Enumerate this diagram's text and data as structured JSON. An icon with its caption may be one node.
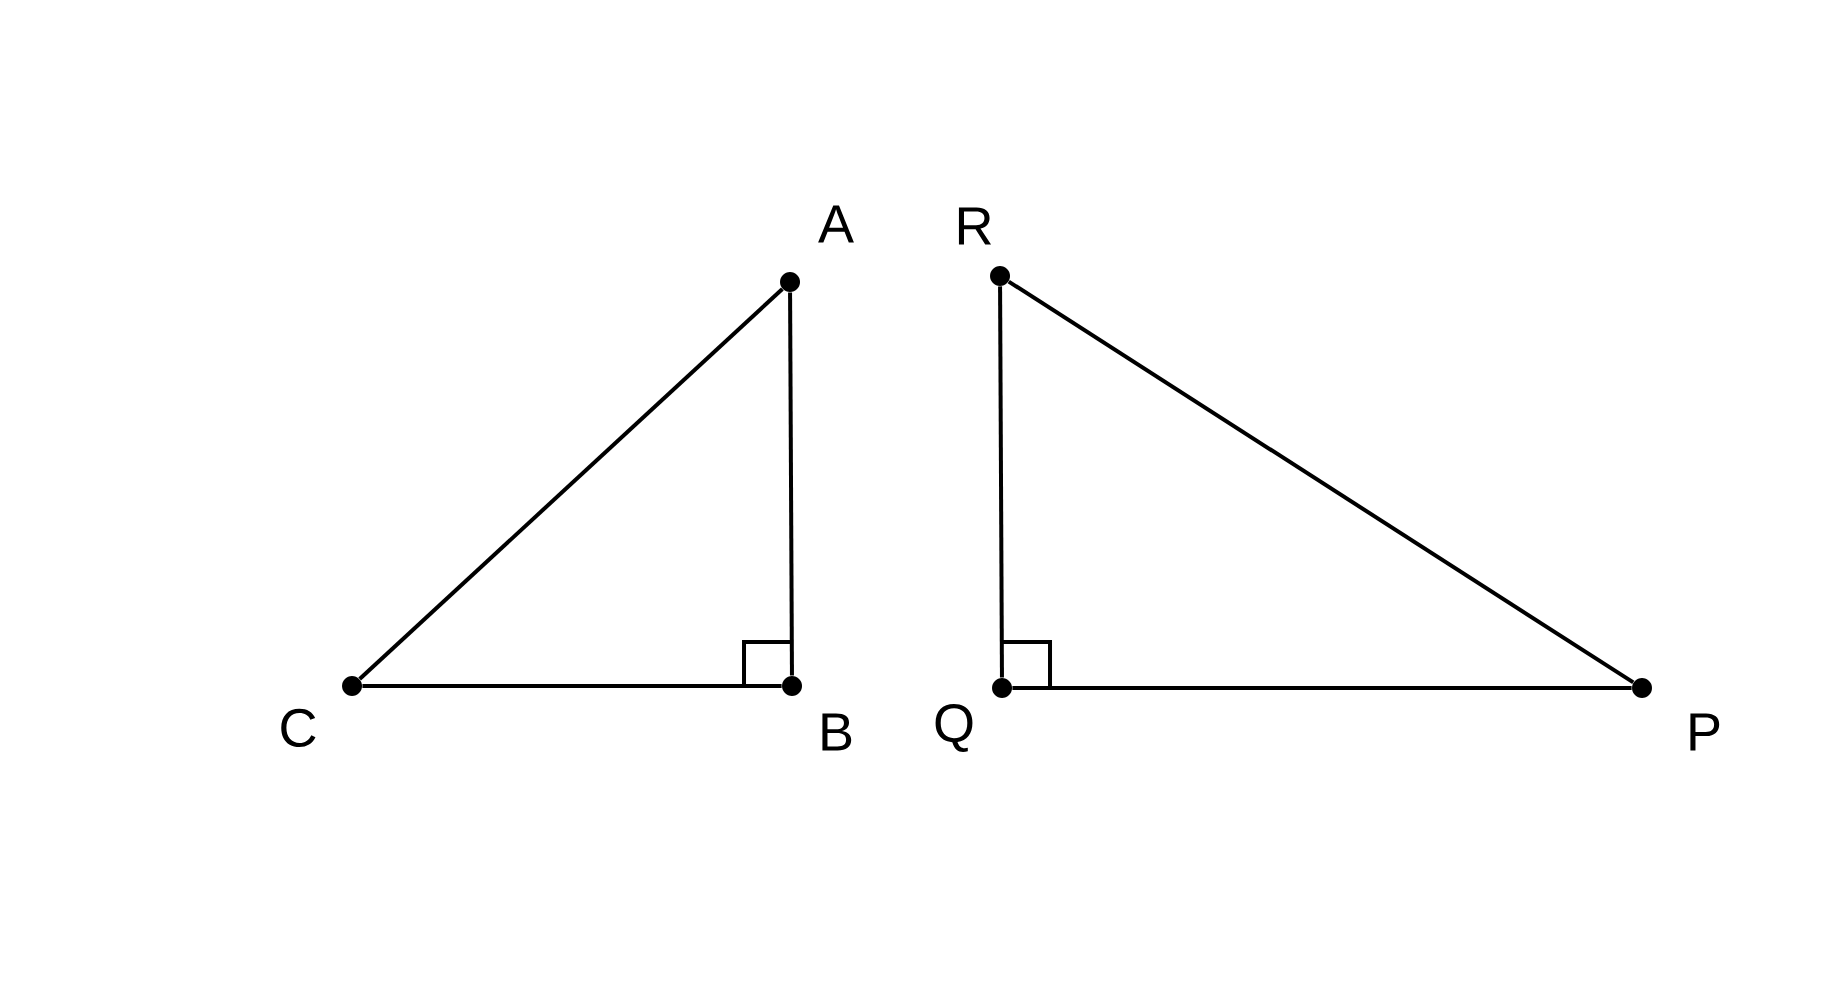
{
  "diagram": {
    "nodes": [
      {
        "text": [],
        "shape": "circle",
        "beside": [
          "A"
        ]
      },
      {
        "text": [],
        "shape": "circle",
        "beside": [
          "B"
        ]
      },
      {
        "text": [],
        "shape": "circle",
        "beside": [
          "C"
        ]
      },
      {
        "text": [],
        "shape": "circle",
        "beside": [
          "R"
        ]
      },
      {
        "text": [],
        "shape": "circle",
        "beside": [
          "Q"
        ]
      },
      {
        "text": [],
        "shape": "circle",
        "beside": [
          "P"
        ]
      }
    ],
    "edges": [
      {
        "from": 2,
        "to": 0,
        "arrow": "none"
      },
      {
        "from": 0,
        "to": 1,
        "arrow": "none"
      },
      {
        "from": 1,
        "to": 2,
        "arrow": "none"
      },
      {
        "from": 3,
        "to": 4,
        "arrow": "none"
      },
      {
        "from": 4,
        "to": 5,
        "arrow": "none"
      },
      {
        "from": 5,
        "to": 3,
        "arrow": "none"
      }
    ]
  }
}
